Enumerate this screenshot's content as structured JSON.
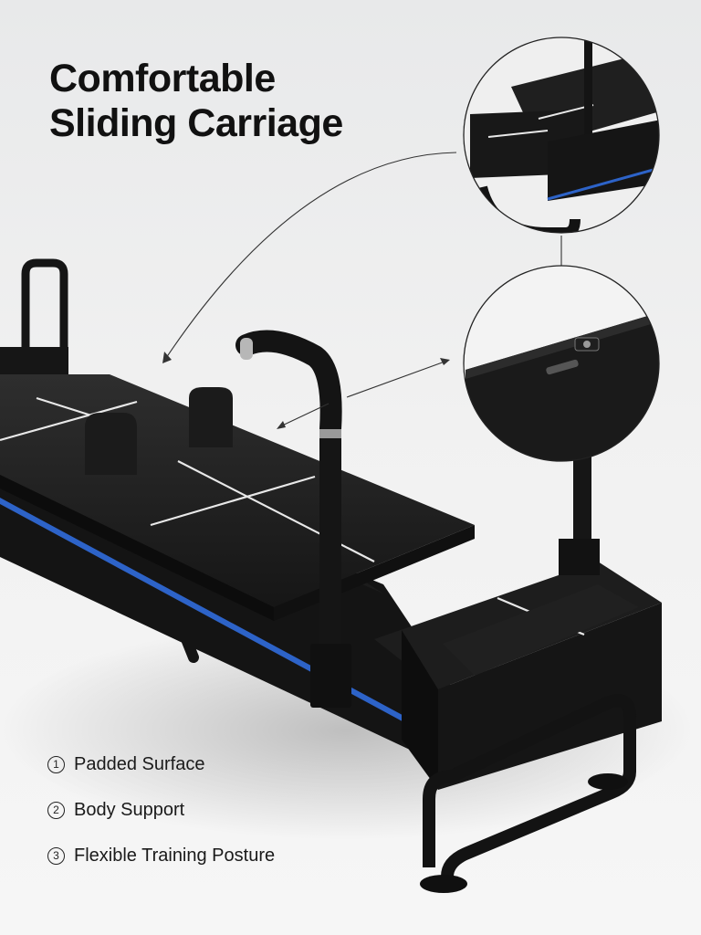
{
  "headline": {
    "line1": "Comfortable",
    "line2": "Sliding Carriage"
  },
  "features": [
    {
      "number": "1",
      "label": "Padded Surface"
    },
    {
      "number": "2",
      "label": "Body Support"
    },
    {
      "number": "3",
      "label": "Flexible Training Posture"
    }
  ],
  "colors": {
    "frame": "#151515",
    "cushion": "#232323",
    "accent_stripe": "#2d63c8",
    "guide_lines": "#e8e8e8"
  }
}
